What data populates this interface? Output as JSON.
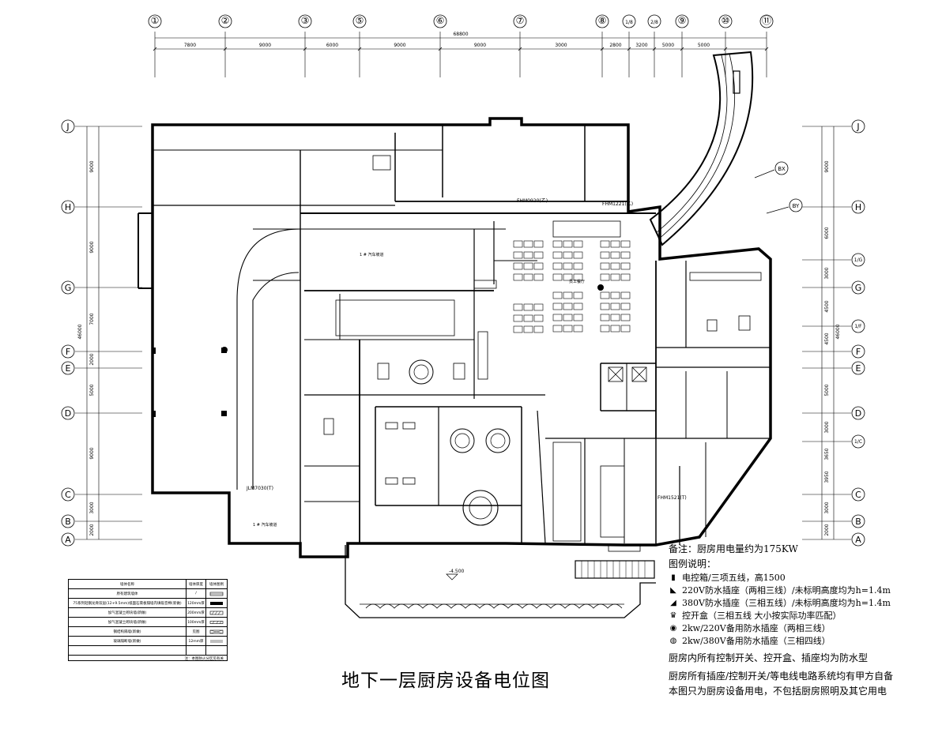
{
  "grid_top": [
    {
      "label": "①"
    },
    {
      "label": "②"
    },
    {
      "label": "③"
    },
    {
      "label": "⑤"
    },
    {
      "label": "⑥"
    },
    {
      "label": "⑦"
    },
    {
      "label": "⑧"
    },
    {
      "label": "1/8"
    },
    {
      "label": "2/8"
    },
    {
      "label": "⑨"
    },
    {
      "label": "⑩"
    },
    {
      "label": "⑪"
    }
  ],
  "top_total_dimension": "68800",
  "top_dimensions": [
    "7800",
    "9000",
    "6000",
    "9000",
    "9000",
    "3000",
    "2800",
    "3200",
    "5000",
    "5000"
  ],
  "grid_side": [
    {
      "label": "J"
    },
    {
      "label": "H"
    },
    {
      "label": "G"
    },
    {
      "label": "F"
    },
    {
      "label": "E"
    },
    {
      "label": "D"
    },
    {
      "label": "C"
    },
    {
      "label": "B"
    },
    {
      "label": "A"
    }
  ],
  "grid_right_extra": [
    {
      "label": "1/G"
    },
    {
      "label": "1/F"
    },
    {
      "label": "1/C"
    }
  ],
  "left_dimensions": [
    "9000",
    "9000",
    "7000",
    "2000",
    "5000",
    "9000",
    "3000",
    "2000"
  ],
  "left_total_dimension": "46000",
  "right_dimensions": [
    "9000",
    "6000",
    "3000",
    "4500",
    "4500",
    "5000",
    "3000",
    "3650",
    "3950",
    "3000",
    "2000"
  ],
  "right_total_dimension": "46000",
  "callouts": [
    {
      "label": "BX"
    },
    {
      "label": "BY"
    }
  ],
  "rooms": {
    "corridor": "1 # 汽车坡道",
    "dining": "员工餐厅",
    "elevation_mark": "-4.500",
    "main_car_ramp": "1 # 汽车坡道"
  },
  "tags": {
    "fhm_jl": "JLM7030(T)",
    "fhm_1521": "FHM1521(T)",
    "fhm_1221": "FHM1221(乙)",
    "fhm_0920": "FHM0920(乙)"
  },
  "notes": {
    "remark": "备注：厨房用电量约为175KW",
    "legend_title": "图例说明：",
    "items": [
      {
        "symbol": "▮",
        "text": "电控箱/三项五线，高1500"
      },
      {
        "symbol": "◣",
        "text": "220V防水插座（两相三线）/未标明高度均为h=1.4m"
      },
      {
        "symbol": "◢",
        "text": "380V防水插座（三相五线）/未标明高度均为h=1.4m"
      },
      {
        "symbol": "♛",
        "text": "控开盒（三相五线 大小按实际功率匹配）"
      },
      {
        "symbol": "◉",
        "text": "2kw/220V备用防水插座（两相三线）"
      },
      {
        "symbol": "◍",
        "text": "2kw/380V备用防水插座（三相四线）"
      }
    ],
    "line1": "厨房内所有控制开关、控开盒、插座均为防水型",
    "line2": "厨房所有插座/控制开关/等电线电路系统均有甲方自备",
    "line3": "本图只为厨房设备用电，不包括厨房照明及其它用电"
  },
  "wall_table": {
    "header": [
      "墙体名称",
      "墙体厚度",
      "墙体图例"
    ],
    "rows": [
      [
        "原有建筑墙体",
        "/",
        ""
      ],
      [
        "75系列轻钢龙骨双层(12+9.5mm)纸面石膏板隔墙内填吸音棉(新做)",
        "120mm厚",
        ""
      ],
      [
        "加气混凝土砌块墙(新做)",
        "200mm厚",
        ""
      ],
      [
        "加气混凝土砌块墙(新做)",
        "100mm厚",
        ""
      ],
      [
        "钢结构隔墙(新做)",
        "见图",
        ""
      ],
      [
        "玻璃隔断墙(新做)",
        "12mm厚",
        ""
      ]
    ],
    "footnote": "注：本图防火分区见有关"
  },
  "title": "地下一层厨房设备电位图"
}
